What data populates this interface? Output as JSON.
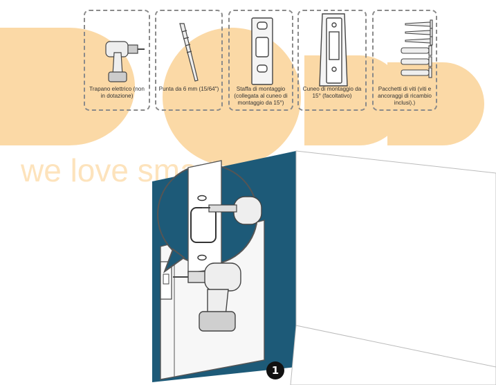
{
  "watermark": {
    "tagline": "we love smart",
    "color": "#fcd7a0"
  },
  "tools": [
    {
      "name": "drill",
      "icon": "power-drill-icon",
      "caption": "Trapano elettrico (non in dotazione)"
    },
    {
      "name": "bit",
      "icon": "drill-bit-icon",
      "caption": "Punta da 6 mm (15/64\")"
    },
    {
      "name": "bracket",
      "icon": "mounting-bracket-icon",
      "caption": "Staffa di montaggio (collegata al cuneo di montaggio da 15°)"
    },
    {
      "name": "wedge",
      "icon": "wedge-icon",
      "caption": "Cuneo di montaggio da 15° (facoltativo)"
    },
    {
      "name": "screws",
      "icon": "screws-anchors-icon",
      "caption": "Pacchetti di viti (viti e ancoraggi di ricambio inclusi).)"
    }
  ],
  "step": {
    "number": "1"
  },
  "colors": {
    "wall": "#1d5a78",
    "outline": "#4a4a4a",
    "drill_body": "#eeeeee"
  }
}
